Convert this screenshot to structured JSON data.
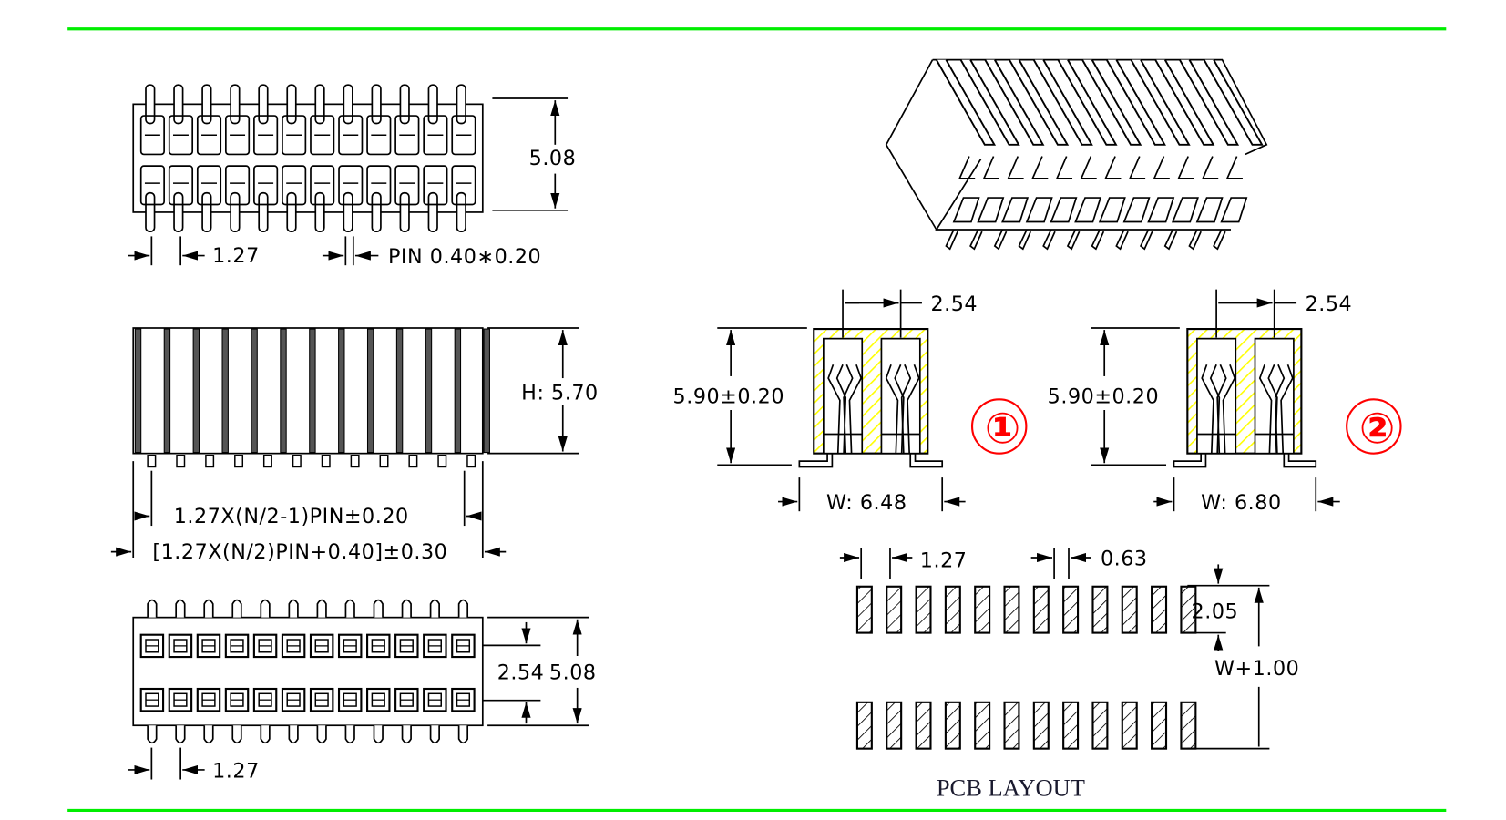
{
  "title": "SMT Female Header 1.27mm Dual Row Drawing",
  "colors": {
    "frame_line": "#00ee00",
    "callout": "#ff0000",
    "hatch": "#ffff00",
    "ink": "#000000"
  },
  "pin_count_per_row": 12,
  "top_view": {
    "height_dim": "5.08",
    "pitch_dim": "1.27",
    "pin_dim": "PIN  0.40∗0.20"
  },
  "side_view": {
    "height_dim": "H: 5.70",
    "inner_dim": "1.27X(N/2-1)PIN±0.20",
    "outer_dim": "[1.27X(N/2)PIN+0.40]±0.30"
  },
  "bottom_view": {
    "row_spacing_dim": "2.54",
    "height_dim": "5.08",
    "pitch_dim": "1.27"
  },
  "section_1": {
    "pitch_dim": "2.54",
    "height_dim": "5.90±0.20",
    "width_dim": "W: 6.48",
    "callout": "①"
  },
  "section_2": {
    "pitch_dim": "2.54",
    "height_dim": "5.90±0.20",
    "width_dim": "W: 6.80",
    "callout": "②"
  },
  "pcb_layout": {
    "title": "PCB LAYOUT",
    "pitch_dim": "1.27",
    "pad_width_dim": "0.63",
    "pad_length_dim": "2.05",
    "span_dim": "W+1.00"
  }
}
